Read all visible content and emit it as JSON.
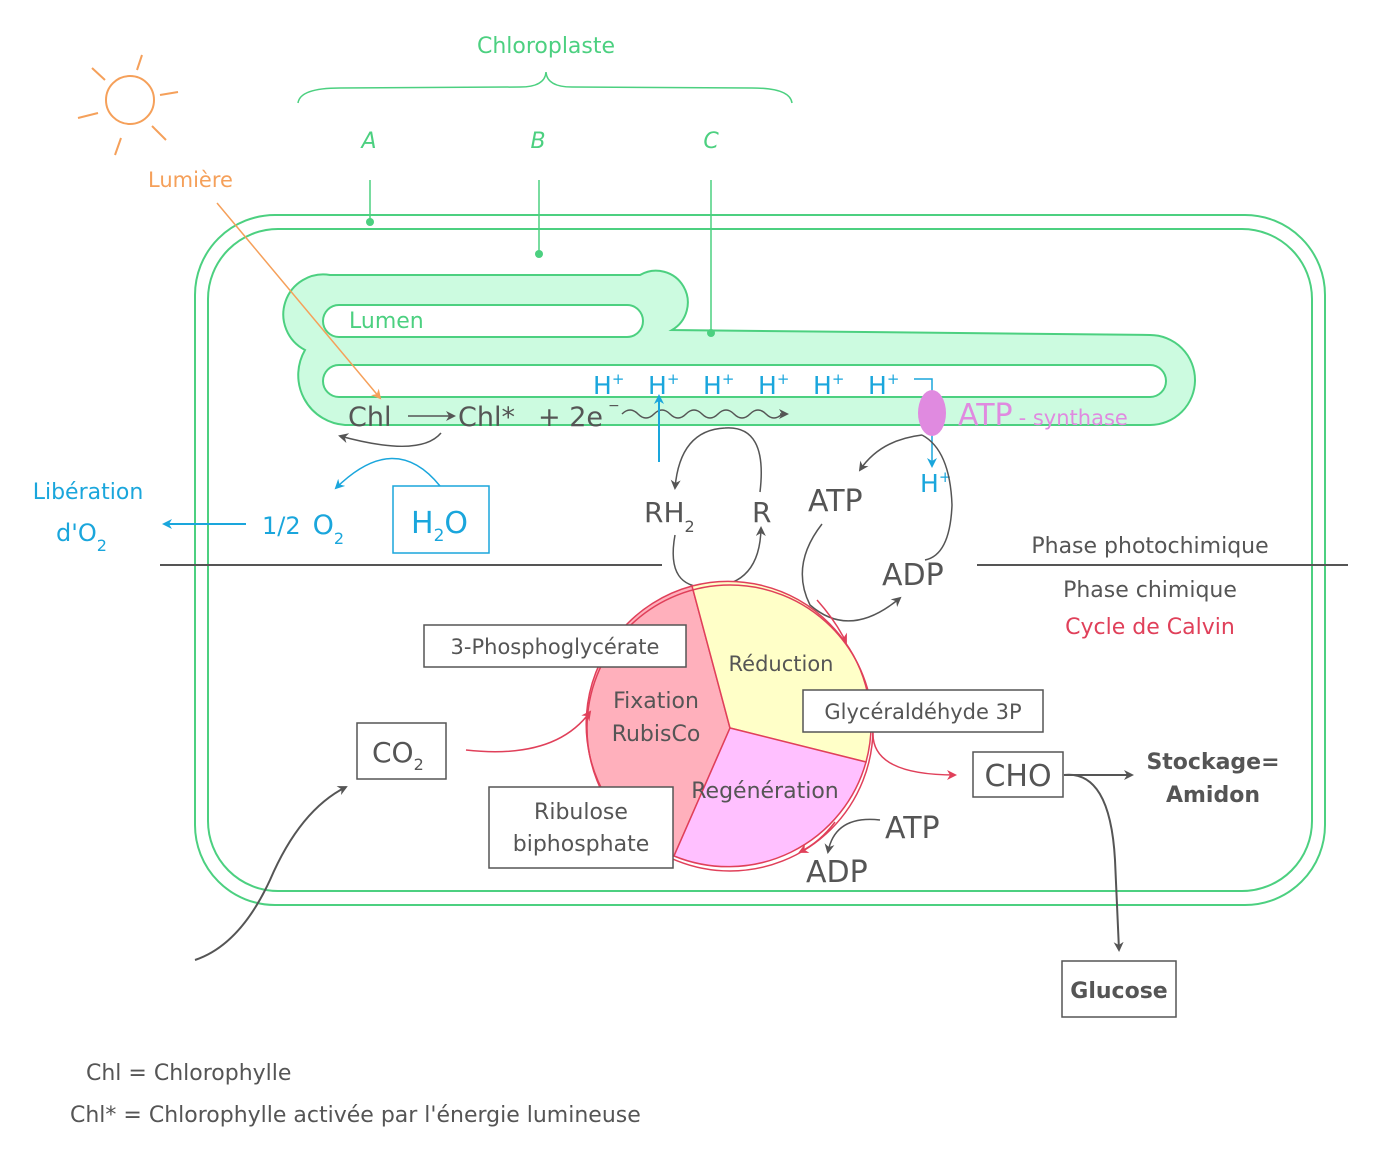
{
  "colors": {
    "green": "#4cd080",
    "thylakoid_fill": "#ccfbe0",
    "orange": "#f5a05a",
    "blue": "#1aa6dc",
    "grey": "#555555",
    "pink": "#e08ae0",
    "red": "#e0405a",
    "fixation_fill": "#ffb0bc",
    "reduction_fill": "#ffffc8",
    "regeneration_fill": "#ffc0ff"
  },
  "labels": {
    "chloroplaste": "Chloroplaste",
    "a": "A",
    "b": "B",
    "c": "C",
    "lumiere": "Lumière",
    "lumen": "Lumen",
    "chl": "Chl",
    "chl_star": "Chl*",
    "plus_2e": "+ 2e",
    "e_minus": "−",
    "h_plus_base": "H",
    "h_plus_sup": "+",
    "atp_synthase_atp": "ATP",
    "atp_synthase_rest": "- synthase",
    "liberation": "Libération",
    "liberation_o2": "d'O",
    "subscript_2": "2",
    "half": "1/2",
    "o": "O",
    "h2o_h": "H",
    "h2o_o": "O",
    "rh": "RH",
    "r": "R",
    "atp": "ATP",
    "adp": "ADP",
    "phase_photochimique": "Phase photochimique",
    "phase_chimique": "Phase chimique",
    "cycle_calvin": "Cycle de Calvin",
    "phosphoglycerate": "3-Phosphoglycérate",
    "reduction": "Réduction",
    "fixation": "Fixation",
    "rubisco": "RubisCo",
    "glyceraldehyde": "Glycéraldéhyde 3P",
    "co": "CO",
    "regeneration": "Regénération",
    "ribulose_1": "Ribulose",
    "ribulose_2": "biphosphate",
    "atp_bottom": "ATP",
    "adp_bottom": "ADP",
    "cho": "CHO",
    "stockage_1": "Stockage=",
    "stockage_2": "Amidon",
    "glucose": "Glucose",
    "legend_chl": "Chl = Chlorophylle",
    "legend_chl_star": "Chl* = Chlorophylle activée par l'énergie lumineuse"
  }
}
